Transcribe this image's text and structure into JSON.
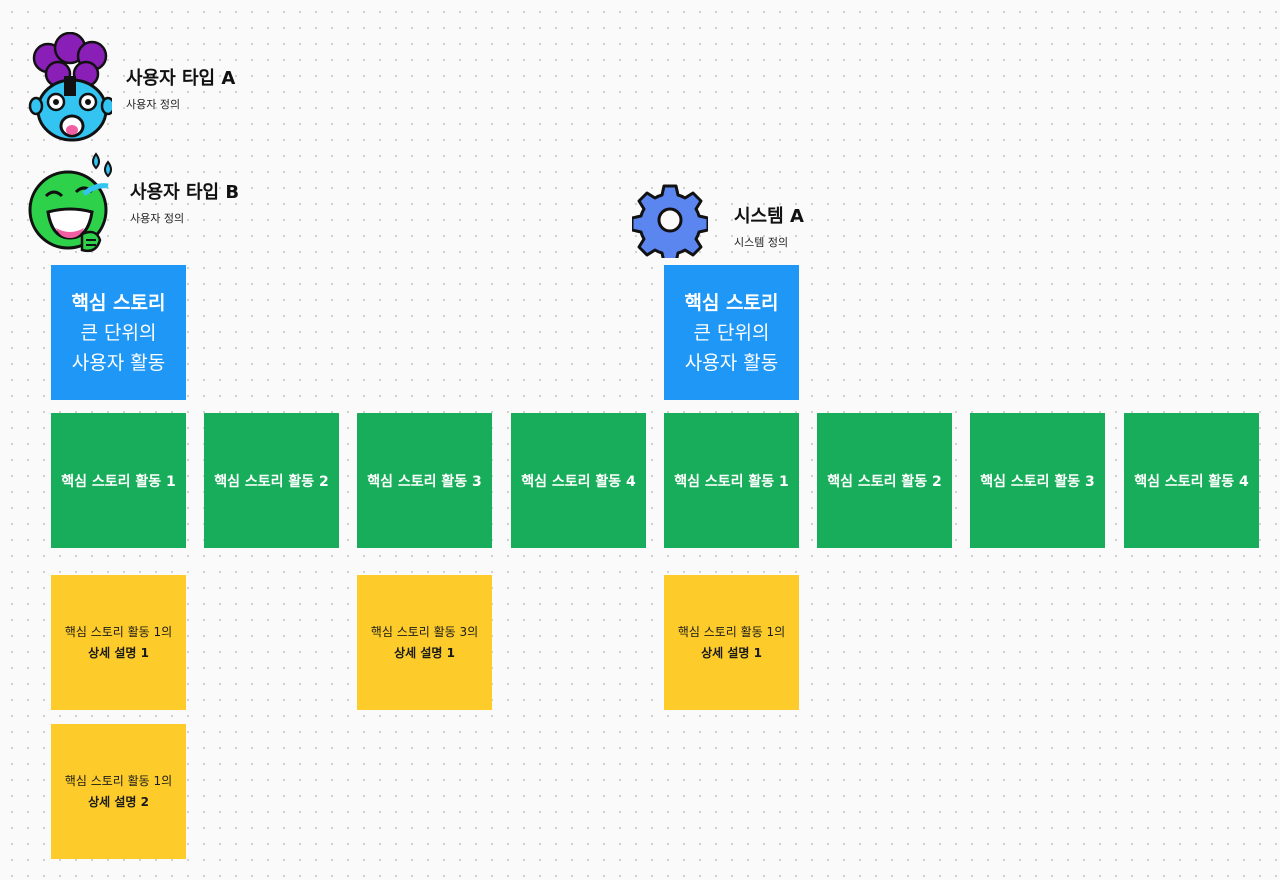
{
  "personas": [
    {
      "title": "사용자 타입 A",
      "definition": "사용자 정의",
      "icon": "screaming-purple-hair-avatar-icon"
    },
    {
      "title": "사용자 타입 B",
      "definition": "사용자 정의",
      "icon": "laughing-green-avatar-icon"
    },
    {
      "title": "시스템 A",
      "definition": "시스템 정의",
      "icon": "gear-icon"
    }
  ],
  "core_stories": [
    {
      "title": "핵심 스토리",
      "line2": "큰 단위의",
      "line3": "사용자 활동"
    },
    {
      "title": "핵심 스토리",
      "line2": "큰 단위의",
      "line3": "사용자 활동"
    }
  ],
  "activities": [
    "핵심 스토리 활동 1",
    "핵심 스토리 활동 2",
    "핵심 스토리 활동 3",
    "핵심 스토리 활동 4",
    "핵심 스토리 활동 1",
    "핵심 스토리 활동 2",
    "핵심 스토리 활동 3",
    "핵심 스토리 활동 4"
  ],
  "details": [
    {
      "line1": "핵심 스토리 활동 1의",
      "line2": "상세 설명 1"
    },
    {
      "line1": "핵심 스토리 활동 1의",
      "line2": "상세 설명 2"
    },
    {
      "line1": "핵심 스토리 활동 3의",
      "line2": "상세 설명 1"
    },
    {
      "line1": "핵심 스토리 활동 1의",
      "line2": "상세 설명 1"
    }
  ],
  "colors": {
    "core_story": "#1f97f7",
    "activity": "#17ad5a",
    "detail": "#fdcc2b",
    "gear": "#5b86f0"
  }
}
